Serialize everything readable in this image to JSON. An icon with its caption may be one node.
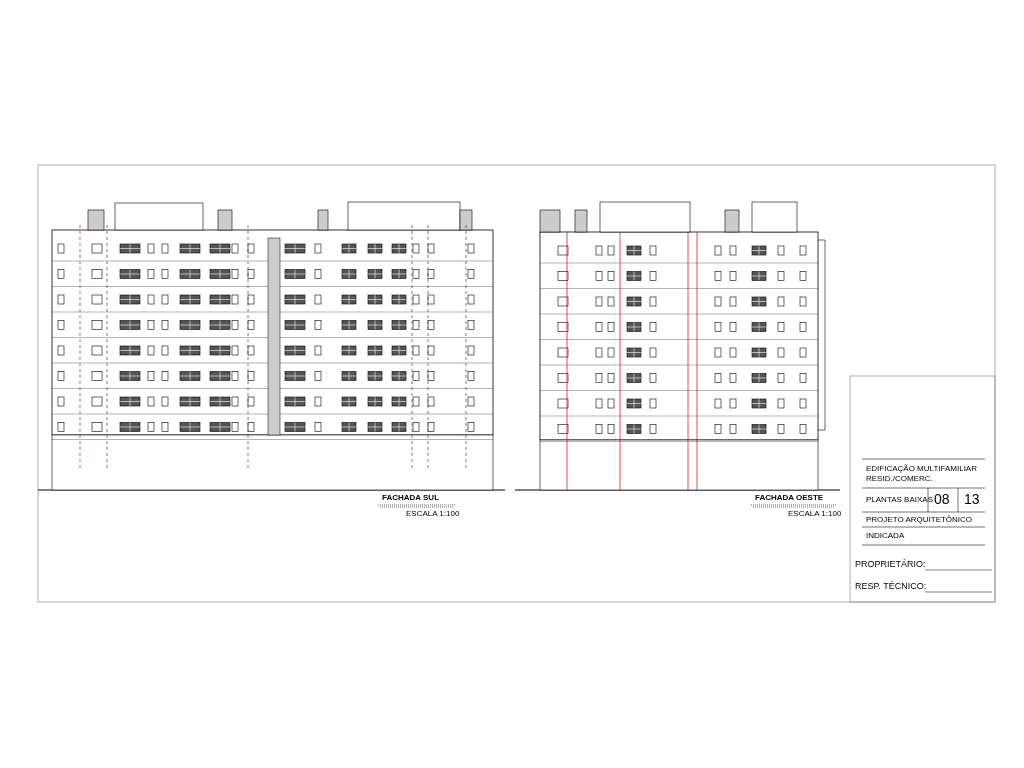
{
  "diagram": {
    "labels": [
      "FACHADA SUL",
      "ESCALA 1:100",
      "FACHADA OESTE",
      "ESCALA 1:100",
      "EDIFICAÇÃO MULTIFAMILIAR RESID./COMERC.",
      "PLANTAS BAIXAS",
      "08",
      "13",
      "PROJETO ARQUITETÔNICO",
      "INDICADA",
      "PROPRIETÁRIO:",
      "RESP. TÉCNICO:"
    ]
  }
}
